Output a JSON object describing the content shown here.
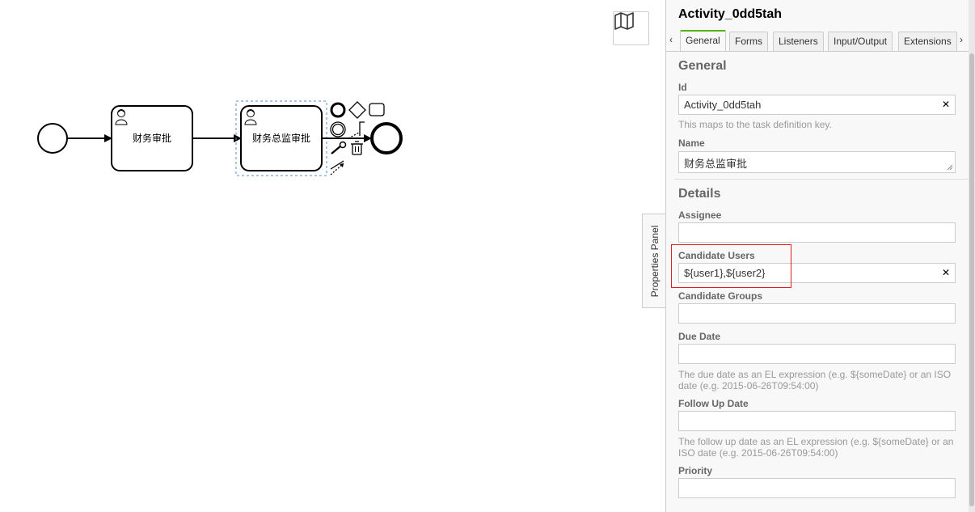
{
  "canvas": {
    "tasks": [
      {
        "label": "财务审批"
      },
      {
        "label": "财务总监审批"
      }
    ],
    "context_pad": [
      "end-event-icon",
      "gateway-icon",
      "task-icon",
      "intermediate-event-icon",
      "text-annotation-icon",
      "change-type-icon",
      "delete-icon",
      "connect-icon"
    ]
  },
  "map_button": {
    "icon": "map-icon"
  },
  "panel_toggle": {
    "label": "Properties Panel"
  },
  "panel": {
    "title": "Activity_0dd5tah",
    "tabs": [
      "General",
      "Forms",
      "Listeners",
      "Input/Output",
      "Extensions"
    ],
    "active_tab": "General",
    "general": {
      "heading": "General",
      "id_label": "Id",
      "id_value": "Activity_0dd5tah",
      "id_hint": "This maps to the task definition key.",
      "name_label": "Name",
      "name_value": "财务总监审批"
    },
    "details": {
      "heading": "Details",
      "assignee_label": "Assignee",
      "assignee_value": "",
      "candidate_users_label": "Candidate Users",
      "candidate_users_value": "${user1},${user2}",
      "candidate_groups_label": "Candidate Groups",
      "candidate_groups_value": "",
      "due_date_label": "Due Date",
      "due_date_value": "",
      "due_date_hint": "The due date as an EL expression (e.g. ${someDate} or an ISO date (e.g. 2015-06-26T09:54:00)",
      "follow_up_label": "Follow Up Date",
      "follow_up_value": "",
      "follow_up_hint": "The follow up date as an EL expression (e.g. ${someDate} or an ISO date (e.g. 2015-06-26T09:54:00)",
      "priority_label": "Priority",
      "priority_value": ""
    }
  },
  "colors": {
    "accent": "#52b415",
    "highlight": "#e02020",
    "selection": "#4f8fd6"
  }
}
